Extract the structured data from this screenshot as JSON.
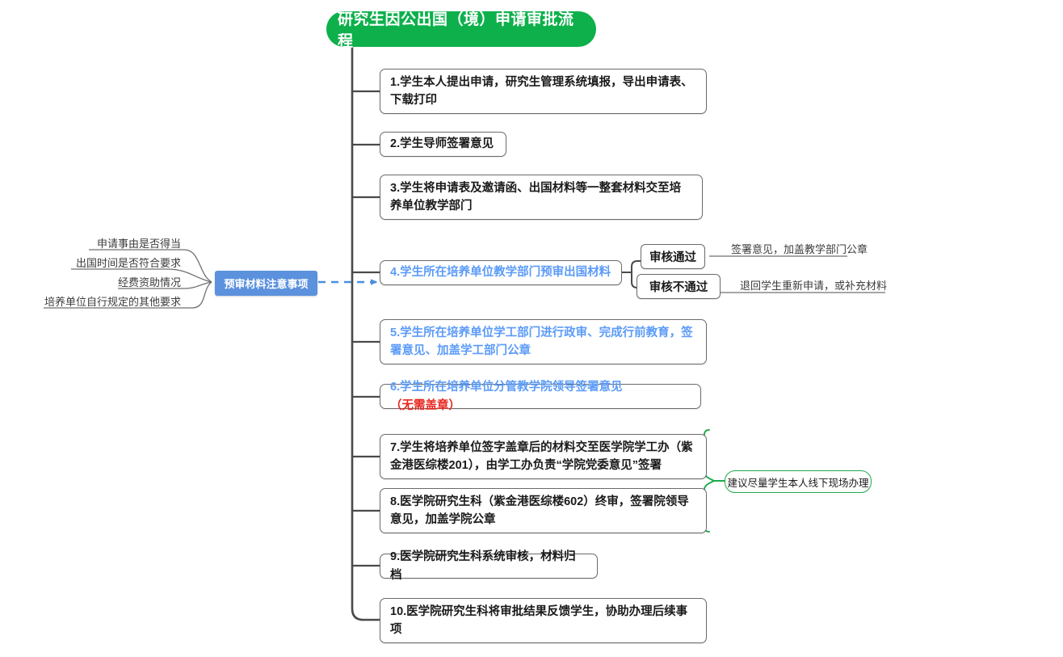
{
  "diagram": {
    "title": "研究生因公出国（境）申请审批流程",
    "type": "flowchart-mindmap",
    "colors": {
      "root_fill": "#0db04b",
      "root_text": "#ffffff",
      "box_border": "#6b6b6b",
      "trunk_line": "#4a4a4a",
      "blue_text": "#5b9bf8",
      "red_text": "#e8251e",
      "note_blue_fill": "#5b91dd",
      "note_green_border": "#1faa4d",
      "dashed_arrow": "#4a8fe0"
    }
  },
  "steps": [
    {
      "id": "step-1",
      "text": "1.学生本人提出申请，研究生管理系统填报，导出申请表、下载打印",
      "style": "normal"
    },
    {
      "id": "step-2",
      "text": "2.学生导师签署意见",
      "style": "normal"
    },
    {
      "id": "step-3",
      "text": "3.学生将申请表及邀请函、出国材料等一整套材料交至培养单位教学部门",
      "style": "normal"
    },
    {
      "id": "step-4",
      "text": "4.学生所在培养单位教学部门预审出国材料",
      "style": "blue"
    },
    {
      "id": "step-5",
      "text": "5.学生所在培养单位学工部门进行政审、完成行前教育，签署意见、加盖学工部门公章",
      "style": "blue"
    },
    {
      "id": "step-6",
      "text": "6.学生所在培养单位分管教学院领导签署意见",
      "suffix": "（无需盖章）",
      "style": "blue-with-red-suffix"
    },
    {
      "id": "step-7",
      "text": "7.学生将培养单位签字盖章后的材料交至医学院学工办（紫金港医综楼201），由学工办负责“学院党委意见”签署",
      "style": "normal"
    },
    {
      "id": "step-8",
      "text": "8.医学院研究生科（紫金港医综楼602）终审，签署院领导意见，加盖学院公章",
      "style": "normal"
    },
    {
      "id": "step-9",
      "text": "9.医学院研究生科系统审核，材料归档",
      "style": "normal"
    },
    {
      "id": "step-10",
      "text": "10.医学院研究生科将审批结果反馈学生，协助办理后续事项",
      "style": "normal"
    }
  ],
  "decisions": [
    {
      "id": "decision-pass",
      "label": "审核通过",
      "edge_label": "签署意见，加盖教学部门公章"
    },
    {
      "id": "decision-fail",
      "label": "审核不通过",
      "edge_label": "退回学生重新申请，或补充材料"
    }
  ],
  "pre_review_note": {
    "title": "预审材料注意事项",
    "items": [
      "申请事由是否得当",
      "出国时间是否符合要求",
      "经费资助情况",
      "培养单位自行规定的其他要求"
    ]
  },
  "advice_note": {
    "text": "建议尽量学生本人线下现场办理",
    "applies_to": [
      "step-7",
      "step-8"
    ]
  }
}
